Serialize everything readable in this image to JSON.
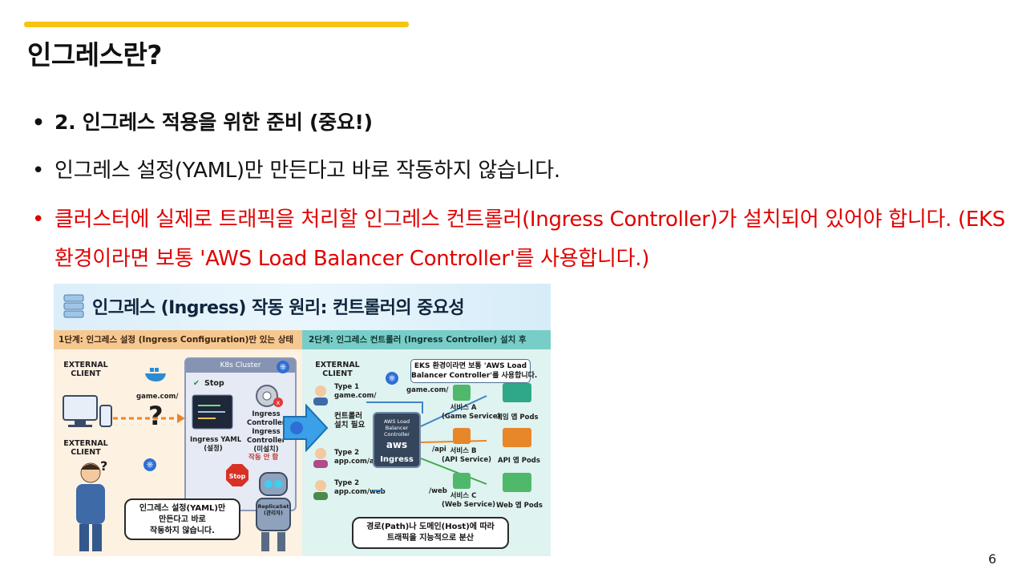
{
  "slide": {
    "title": "인그레스란?",
    "page_number": "6",
    "accent_color": "#f6c412",
    "bullet_symbol": "•",
    "bullets": [
      {
        "text": "2. 인그레스 적용을 위한 준비 (중요!)"
      },
      {
        "text": "인그레스 설정(YAML)만 만든다고 바로 작동하지 않습니다."
      },
      {
        "text": "클러스터에 실제로 트래픽을 처리할 인그레스 컨트롤러(Ingress Controller)가 설치되어 있어야 합니다. (EKS 환경이라면 보통 'AWS Load Balancer Controller'를 사용합니다.)",
        "color": "#e00000"
      }
    ]
  },
  "diagram": {
    "title": "인그레스 (Ingress) 작동 원리: 컨트롤러의 중요성",
    "step1": "1단계: 인그레스 설정 (Ingress Configuration)만 있는 상태",
    "step2": "2단계: 인그레스 컨트롤러 (Ingress Controller) 설치 후",
    "left": {
      "external_client_1": "EXTERNAL\nCLIENT",
      "external_client_2": "EXTERNAL\nCLIENT",
      "domain": "game.com/",
      "question": "?",
      "cluster_label": "K8s Cluster",
      "stop_label": "Stop",
      "yaml_label": "Ingress YAML\n(설정)",
      "controller_label": "Ingress\nController\nIngress\nController\n(미설치)",
      "not_working": "작동 안 함",
      "stop_sign": "Stop",
      "replicaset": "ReplicaSet\n(관리자)",
      "bubble": "인그레스 설정(YAML)만\n만든다고 바로\n작동하지 않습니다."
    },
    "right": {
      "external_client": "EXTERNAL\nCLIENT",
      "type1": "Type 1\ngame.com/",
      "controller_needed": "컨트롤러\n설치 필요",
      "type2a": "Type 2\napp.com/api",
      "type2b": "Type 2\napp.com/web",
      "eks_note": "EKS 환경이라면 보통 'AWS Load\nBalancer Controller'를 사용합니다.",
      "alb_label": "AWS Load\nBalancer\nController",
      "aws": "aws",
      "ingress": "Ingress",
      "path_game": "game.com/",
      "path_api": "/api",
      "path_web": "/web",
      "service_a": "서비스 A\n(Game Service)",
      "service_b": "서비스 B\n(API Service)",
      "service_c": "서비스 C\n(Web Service)",
      "pods_game": "게임 앱 Pods",
      "pods_api": "API 앱 Pods",
      "pods_web": "Web 앱 Pods",
      "routing": "경로(Path)나 도메인(Host)에 따라\n트래픽을 지능적으로 분산"
    }
  }
}
